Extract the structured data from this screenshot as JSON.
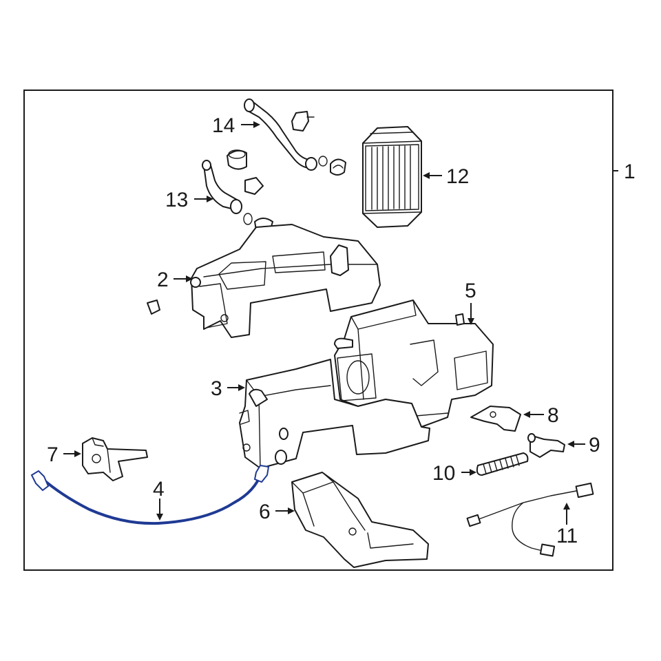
{
  "diagram": {
    "highlight_color": "#1f3a93",
    "line_color": "#1a1a1a",
    "background": "#ffffff",
    "highlighted_part": "4",
    "callouts": {
      "c1": "1",
      "c2": "2",
      "c3": "3",
      "c4": "4",
      "c5": "5",
      "c6": "6",
      "c7": "7",
      "c8": "8",
      "c9": "9",
      "c10": "10",
      "c11": "11",
      "c12": "12",
      "c13": "13",
      "c14": "14"
    }
  }
}
